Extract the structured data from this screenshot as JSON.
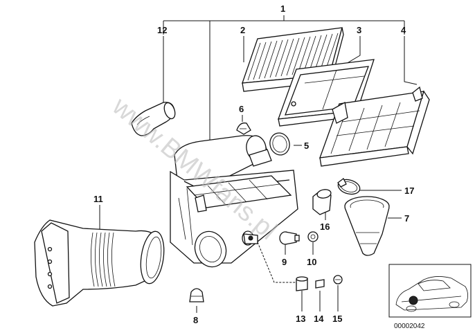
{
  "watermark": "www.BMWfans.pl",
  "reference_number": "00002042",
  "callouts": [
    "1",
    "2",
    "3",
    "4",
    "5",
    "6",
    "7",
    "8",
    "9",
    "10",
    "11",
    "12",
    "13",
    "14",
    "15",
    "16",
    "17"
  ],
  "colors": {
    "ink": "#111111",
    "watermark": "#b9b9b9",
    "background": "#ffffff"
  },
  "inset": {
    "icon": "car-location-icon"
  }
}
